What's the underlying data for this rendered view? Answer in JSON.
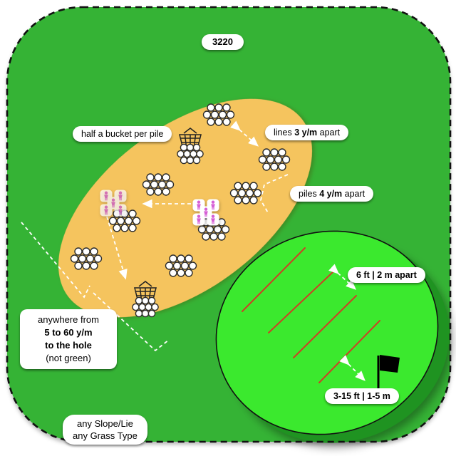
{
  "badge": {
    "text": "3220"
  },
  "practice_area": {
    "bucket_label": "half a bucket per pile",
    "lines_spacing": {
      "prefix": "lines ",
      "value": "3 y/m",
      "suffix": " apart"
    },
    "piles_spacing": {
      "prefix": "piles ",
      "value": "4 y/m",
      "suffix": " apart"
    }
  },
  "green_area": {
    "lines_spacing": "6 ft | 2 m apart",
    "hole_distance": "3-15 ft | 1-5 m"
  },
  "notes": {
    "distance": {
      "line1": "anywhere from",
      "line2": "5 to 60 y/m",
      "line3": "to the hole",
      "line4": "(not green)"
    },
    "conditions": {
      "line1": "any Slope/Lie",
      "line2": "any Grass Type"
    }
  },
  "figures": {
    "ball_piles": 8,
    "ball_buckets": 2,
    "golfer_groups": 2,
    "green_aim_lines": 4,
    "flags": 1
  },
  "icons": {
    "ball_pile": "golf-ball-pile",
    "bucket": "ball-basket",
    "golfer_group": "golfer-position-tiles",
    "flag": "hole-flag"
  },
  "colors": {
    "field_green": "#35B335",
    "green_bright": "#3BE92E",
    "green_shadow": "#1F9321",
    "sand_tan": "#F5C45E",
    "aim_line_red": "#CC4125",
    "person_magenta": "#D55FD5",
    "border_black": "#111111"
  }
}
